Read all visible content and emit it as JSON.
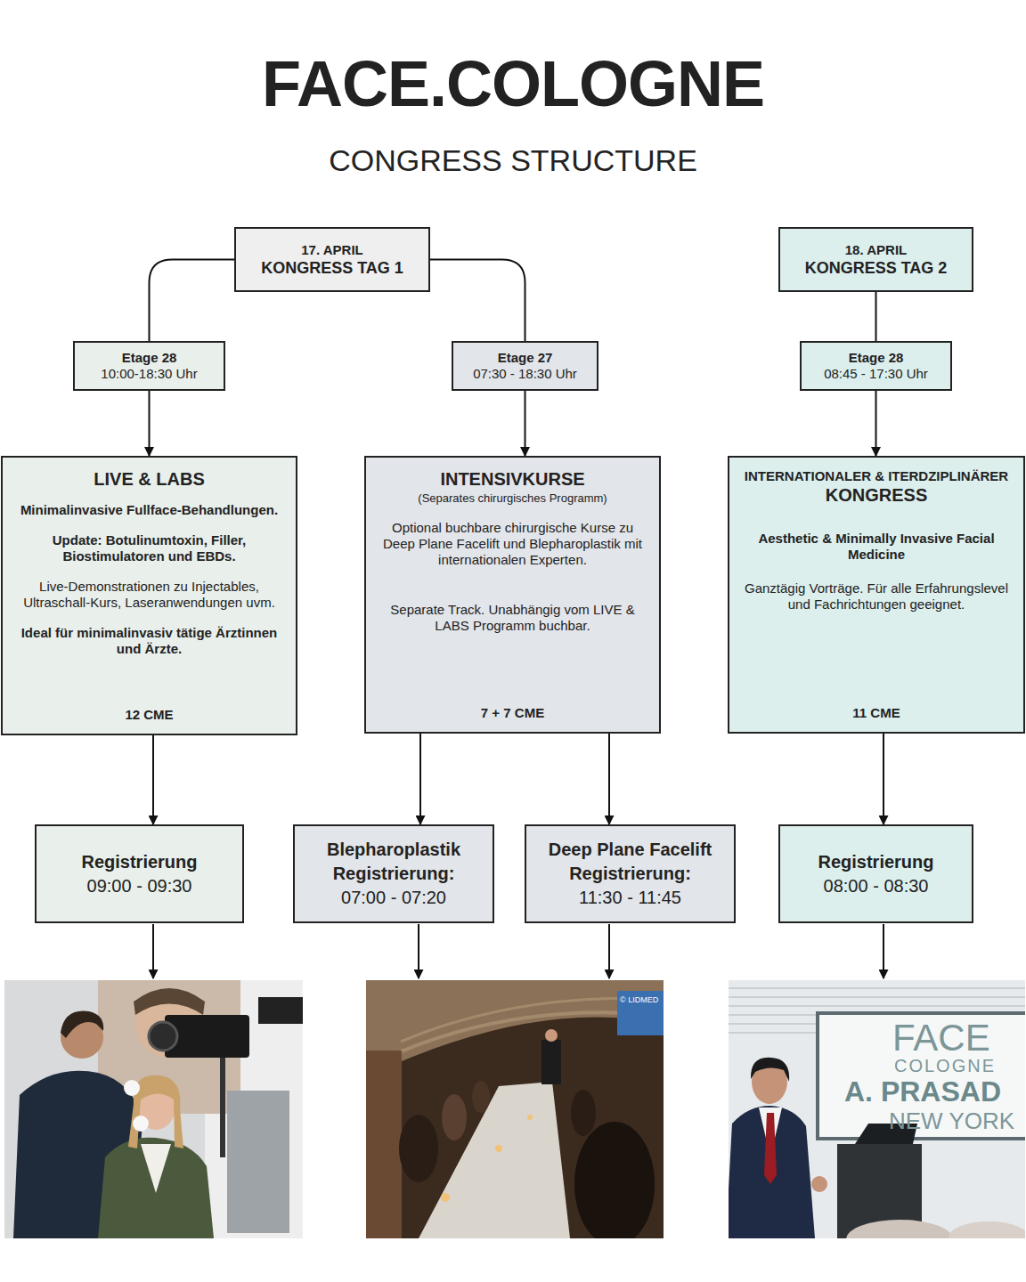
{
  "diagram": {
    "title": "FACE.COLOGNE",
    "nodes": [
      {
        "text": [
          "17. APRIL",
          "KONGRESS TAG 1"
        ]
      },
      {
        "text": [
          "18. APRIL",
          "KONGRESS TAG 2"
        ]
      },
      {
        "text": [
          "Etage 28",
          "10:00-18:30 Uhr"
        ]
      },
      {
        "text": [
          "Etage 27",
          "07:30 - 18:30 Uhr"
        ]
      },
      {
        "text": [
          "Etage 28",
          "08:45 - 17:30 Uhr"
        ]
      },
      {
        "text": [
          "LIVE & LABS",
          "Minimalinvasive Fullface-Behandlungen.",
          "Update: Botulinumtoxin, Filler, Biostimulatoren und EBDs.",
          "Live-Demonstrationen zu Injectables, Ultraschall-Kurs, Laseranwendungen uvm.",
          "Ideal für minimalinvasiv tätige Ärztinnen und Ärzte.",
          "12 CME"
        ]
      },
      {
        "text": [
          "INTENSIVKURSE",
          "(Separates chirurgisches Programm)",
          "Optional buchbare chirurgische Kurse zu Deep Plane Facelift und Blepharoplastik mit internationalen Experten.",
          "Separate Track. Unabhängig vom LIVE & LABS Programm buchbar.",
          "7 + 7 CME"
        ]
      },
      {
        "text": [
          "INTERNATIONALER & ITERDZIPLINÄRER",
          "KONGRESS",
          "Aesthetic & Minimally Invasive Facial Medicine",
          "Ganztägig Vorträge. Für alle Erfahrungslevel und Fachrichtungen geeignet.",
          "11 CME"
        ]
      },
      {
        "text": [
          "Registrierung",
          "09:00 - 09:30"
        ]
      },
      {
        "text": [
          "Blepharoplastik Registrierung:",
          "07:00 - 07:20"
        ]
      },
      {
        "text": [
          "Deep Plane Facelift Registrierung:",
          "11:30 - 11:45"
        ]
      },
      {
        "text": [
          "Registrierung",
          "08:00 - 08:30"
        ]
      }
    ],
    "edges": [
      {
        "from": 0,
        "to": 2,
        "arrow": "none"
      },
      {
        "from": 0,
        "to": 3,
        "arrow": "none"
      },
      {
        "from": 1,
        "to": 4,
        "arrow": "none"
      },
      {
        "from": 2,
        "to": 5,
        "arrow": "to"
      },
      {
        "from": 3,
        "to": 6,
        "arrow": "to"
      },
      {
        "from": 4,
        "to": 7,
        "arrow": "to"
      },
      {
        "from": 5,
        "to": 8,
        "arrow": "to"
      },
      {
        "from": 6,
        "to": 9,
        "arrow": "to"
      },
      {
        "from": 6,
        "to": 10,
        "arrow": "to"
      },
      {
        "from": 7,
        "to": 11,
        "arrow": "to"
      }
    ],
    "labels": [
      "CONGRESS STRUCTURE",
      "© LIDMED",
      "FACE",
      "COLOGNE",
      "A. PRASAD",
      "NEW YORK"
    ]
  }
}
